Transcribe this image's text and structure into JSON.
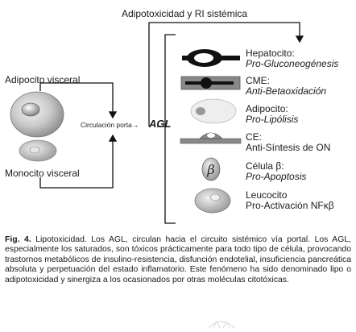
{
  "diagram": {
    "top_label": "Adipotoxicidad y RI sistémica",
    "left": {
      "adipocyte": "Adipocito visceral",
      "monocyte": "Monocito visceral"
    },
    "center": {
      "portal": "Circulación porta",
      "agl": "AGL"
    },
    "targets": [
      {
        "name": "Hepatocito:",
        "effect": "Pro-Gluconeogénesis"
      },
      {
        "name": "CME:",
        "effect": "Anti-Betaoxidación"
      },
      {
        "name": "Adipocito:",
        "effect": "Pro-Lipólisis"
      },
      {
        "name": "CE:",
        "effect": "Anti-Síntesis de ON"
      },
      {
        "name": "Célula β:",
        "effect": "Pro-Apoptosis",
        "symbol": "β"
      },
      {
        "name": "Leucocito",
        "effect": "Pro-Activación NFκβ"
      }
    ]
  },
  "caption": {
    "label": "Fig. 4.",
    "text": "Lipotoxicidad. Los AGL, circulan hacia el circuito sistémico vía portal. Los AGL, especialmente los saturados, son tóxicos prácticamente para todo tipo de célula, provocando trastornos metabólicos de insulino-resistencia, disfunción endotelial, insuficiencia pancreática absoluta y perpetuación del estado inflamatorio. Este fenómeno ha sido denominado lipo o adipotoxicidad y sinergiza a los ocasionados por otras moléculas citotóxicas."
  }
}
